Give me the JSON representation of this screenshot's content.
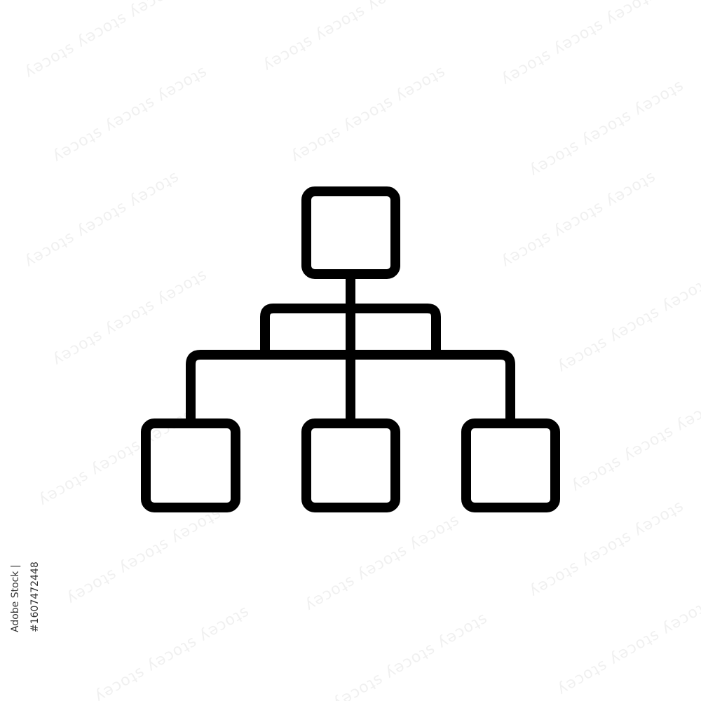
{
  "icon": {
    "name": "hierarchy-org-chart",
    "stroke_color": "#000000",
    "background_color": "#ffffff"
  },
  "watermark": {
    "text": "ʎǝɔoʇs",
    "color": "#e0e0e0"
  },
  "stock_id": {
    "text": "Adobe Stock | #1607472448"
  }
}
